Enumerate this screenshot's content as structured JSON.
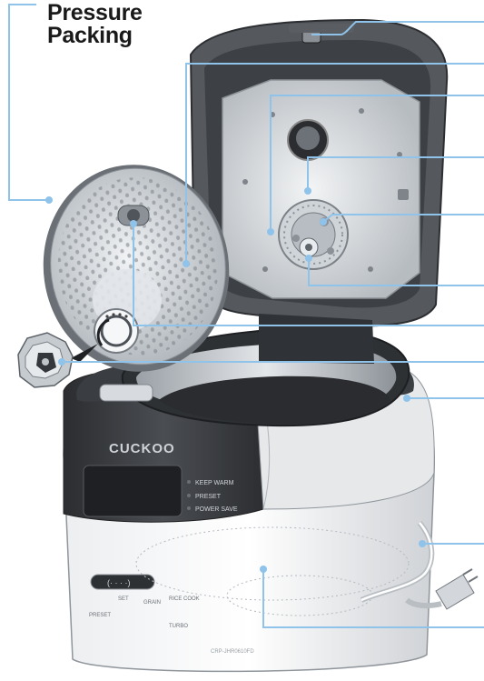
{
  "labels": {
    "pressure_packing": [
      "Pressure",
      "Packing"
    ]
  },
  "product": {
    "brand": "CUCKOO",
    "status_indicators": [
      "KEEP WARM",
      "PRESET",
      "POWER SAVE"
    ],
    "buttons": [
      "PRESET",
      "SET",
      "GRAIN",
      "RICE COOK",
      "TURBO"
    ],
    "model": "CRP-JHR0610FD"
  },
  "colors": {
    "callout_line": "#8fc3ea",
    "body_silver": "#d9dcdf",
    "body_dark": "#3e4145",
    "lid_metal": "#c8cdd2",
    "text": "#1a1a1a"
  }
}
